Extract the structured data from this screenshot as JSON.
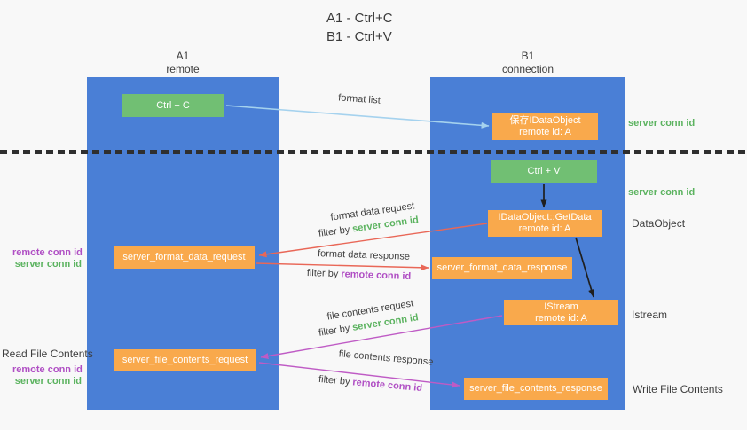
{
  "title": {
    "line1": "A1 - Ctrl+C",
    "line2": "B1 - Ctrl+V"
  },
  "lifelines": {
    "a1": {
      "name": "A1",
      "subtitle": "remote"
    },
    "b1": {
      "name": "B1",
      "subtitle": "connection"
    }
  },
  "boxes": {
    "ctrl_c": {
      "label": "Ctrl + C"
    },
    "ctrl_v": {
      "label": "Ctrl + V"
    },
    "save_dataobject": {
      "line1": "保存IDataObject",
      "line2": "remote id: A"
    },
    "getdata": {
      "line1": "IDataObject::GetData",
      "line2": "remote id: A"
    },
    "istream": {
      "line1": "IStream",
      "line2": "remote id: A"
    },
    "format_request": {
      "label": "server_format_data_request"
    },
    "format_response": {
      "label": "server_format_data_response"
    },
    "file_request": {
      "label": "server_file_contents_request"
    },
    "file_response": {
      "label": "server_file_contents_response"
    }
  },
  "arrow_labels": {
    "format_list": "format list",
    "format_data_request": "format data request",
    "format_data_response": "format data response",
    "file_contents_request": "file contents request",
    "file_contents_response": "file contents response",
    "filter_by": "filter by",
    "server_conn_id": "server conn id",
    "remote_conn_id": "remote conn id"
  },
  "side_labels": {
    "server_conn_id_top": "server conn id",
    "server_conn_id_mid": "server conn id",
    "dataobject": "DataObject",
    "istream": "Istream",
    "read_file_contents": "Read File Contents",
    "write_file_contents": "Write File Contents",
    "remote_conn_id": "remote conn id",
    "server_conn_id": "server conn id"
  },
  "colors": {
    "background": "#f8f8f8",
    "lifeline_blue": "#4a7fd6",
    "box_green": "#71bf73",
    "box_orange": "#f9a94c",
    "arrow_light_blue": "#a5d2ee",
    "arrow_red": "#e96757",
    "arrow_magenta": "#bf5bc5",
    "arrow_black": "#1f1f1f",
    "label_green": "#5cb360",
    "label_purple": "#b04fc4",
    "text_dark": "#3d3d3d"
  }
}
